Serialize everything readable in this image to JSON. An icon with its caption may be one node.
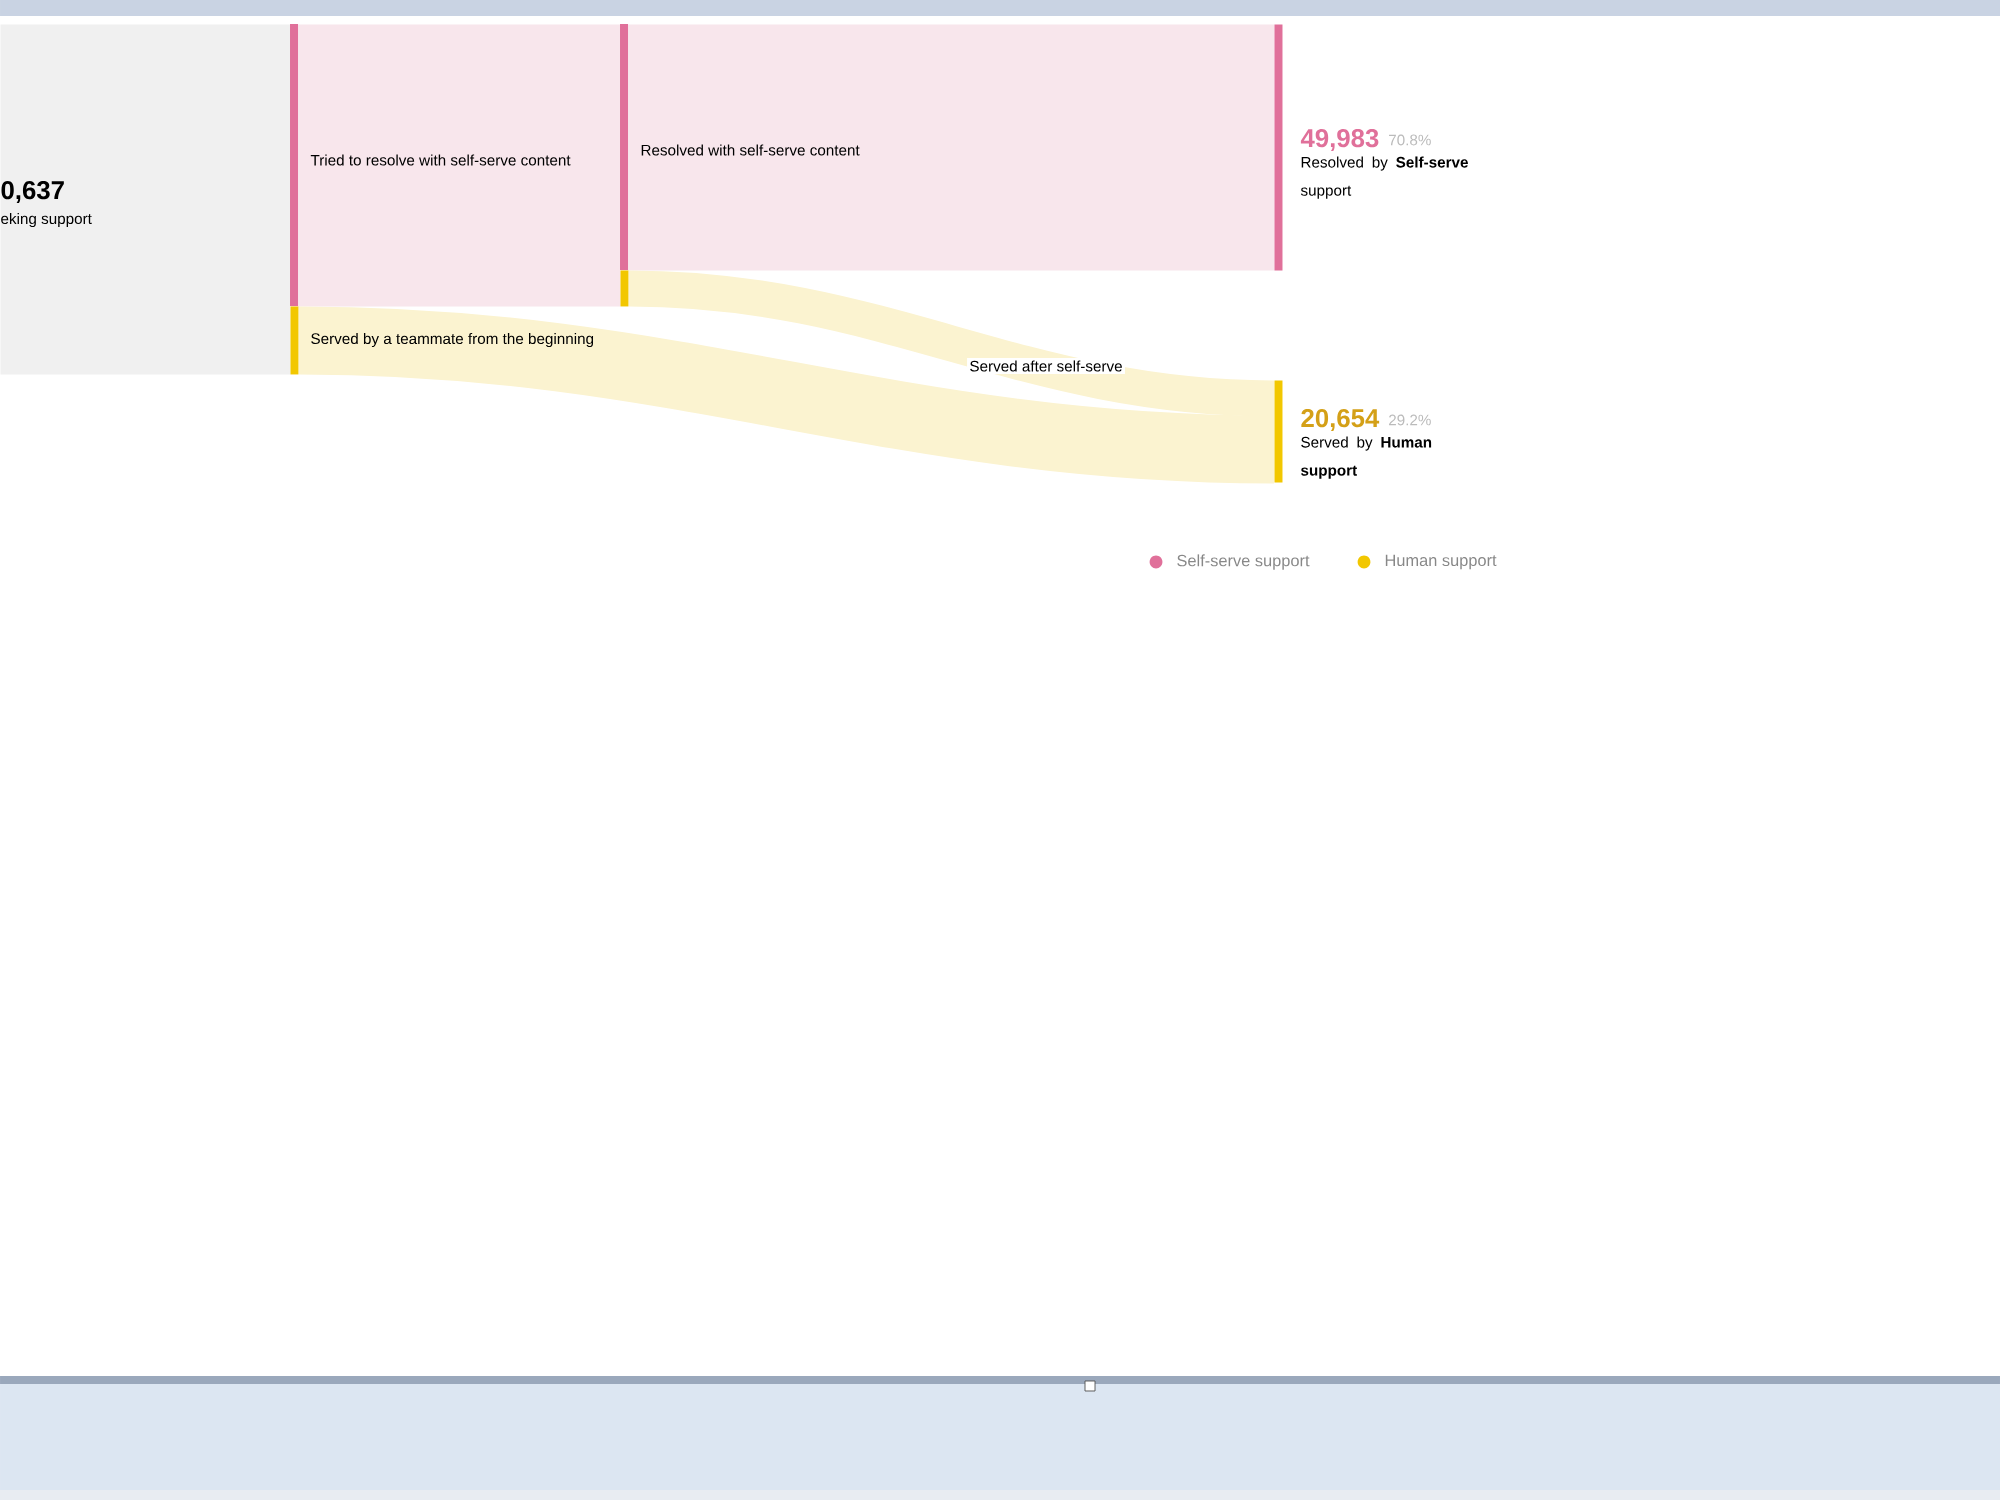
{
  "diagram": {
    "nodes": [
      {
        "text": [
          "0,637",
          "eking support"
        ]
      },
      {
        "text": [
          "Tried to resolve with self-serve content"
        ]
      },
      {
        "text": [
          "Served by a teammate from the beginning"
        ]
      },
      {
        "text": [
          "Resolved with self-serve content"
        ]
      },
      {
        "text": [],
        "shape": "bar"
      },
      {
        "text": [
          "49,983",
          "70.8%",
          "Resolved by **Self-serve** support"
        ]
      },
      {
        "text": [
          "20,654",
          "29.2%",
          "Served by **Human support**"
        ]
      }
    ],
    "edges": [
      {
        "from": 4,
        "to": 6,
        "arrow": "none",
        "label": "Served after self-serve"
      },
      {
        "from": 2,
        "to": 6,
        "arrow": "none",
        "style": "thick"
      }
    ],
    "legend": [
      {
        "text": "Self-serve support",
        "color": "#e0709a"
      },
      {
        "text": "Human support",
        "color": "#f2c700"
      }
    ]
  }
}
